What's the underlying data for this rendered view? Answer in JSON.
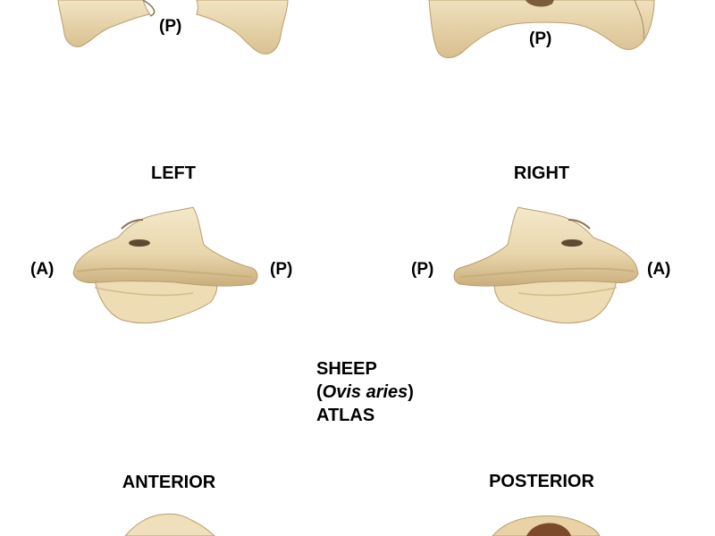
{
  "labels": {
    "top_left_p": "(P)",
    "top_right_p": "(P)",
    "left_title": "LEFT",
    "right_title": "RIGHT",
    "left_a": "(A)",
    "left_p": "(P)",
    "right_p": "(P)",
    "right_a": "(A)",
    "anterior_title": "ANTERIOR",
    "posterior_title": "POSTERIOR"
  },
  "caption": {
    "line1": "SHEEP",
    "open_paren": "(",
    "species": "Ovis aries",
    "close_paren": ")",
    "line3": "ATLAS"
  },
  "colors": {
    "bone_light": "#f3e6c6",
    "bone_mid": "#e2cfa3",
    "bone_dark": "#b89e6e",
    "bone_shadow": "#8a7350"
  }
}
